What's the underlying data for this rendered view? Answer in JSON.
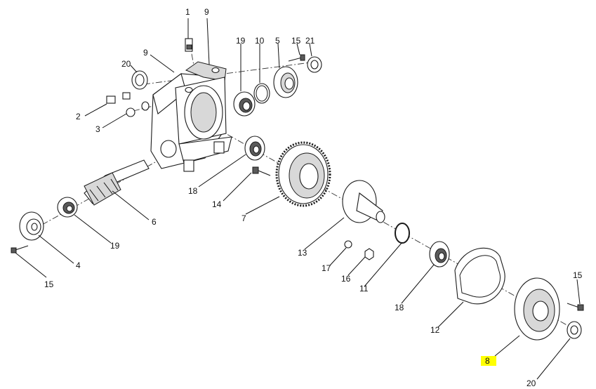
{
  "diagram": {
    "labels": [
      {
        "id": "lbl-1",
        "text": "1"
      },
      {
        "id": "lbl-9a",
        "text": "9"
      },
      {
        "id": "lbl-9b",
        "text": "9"
      },
      {
        "id": "lbl-20a",
        "text": "20"
      },
      {
        "id": "lbl-2",
        "text": "2"
      },
      {
        "id": "lbl-3",
        "text": "3"
      },
      {
        "id": "lbl-19a",
        "text": "19"
      },
      {
        "id": "lbl-10",
        "text": "10"
      },
      {
        "id": "lbl-5",
        "text": "5"
      },
      {
        "id": "lbl-15a",
        "text": "15"
      },
      {
        "id": "lbl-21",
        "text": "21"
      },
      {
        "id": "lbl-18a",
        "text": "18"
      },
      {
        "id": "lbl-14",
        "text": "14"
      },
      {
        "id": "lbl-7",
        "text": "7"
      },
      {
        "id": "lbl-6",
        "text": "6"
      },
      {
        "id": "lbl-19b",
        "text": "19"
      },
      {
        "id": "lbl-4",
        "text": "4"
      },
      {
        "id": "lbl-15b",
        "text": "15"
      },
      {
        "id": "lbl-13",
        "text": "13"
      },
      {
        "id": "lbl-17",
        "text": "17"
      },
      {
        "id": "lbl-16",
        "text": "16"
      },
      {
        "id": "lbl-11",
        "text": "11"
      },
      {
        "id": "lbl-18b",
        "text": "18"
      },
      {
        "id": "lbl-12",
        "text": "12"
      },
      {
        "id": "lbl-15c",
        "text": "15"
      },
      {
        "id": "lbl-8",
        "text": "8",
        "highlighted": true
      },
      {
        "id": "lbl-20b",
        "text": "20"
      }
    ],
    "highlight_color": "#ffff00"
  }
}
